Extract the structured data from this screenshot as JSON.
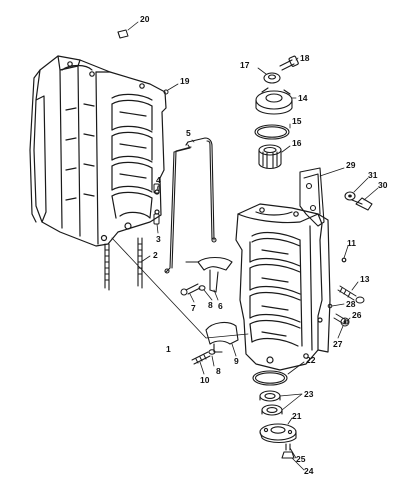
{
  "callouts": [
    {
      "label": "1"
    },
    {
      "label": "2"
    },
    {
      "label": "3"
    },
    {
      "label": "4"
    },
    {
      "label": "5"
    },
    {
      "label": "6"
    },
    {
      "label": "7"
    },
    {
      "label": "8"
    },
    {
      "label": "8"
    },
    {
      "label": "9"
    },
    {
      "label": "10"
    },
    {
      "label": "11"
    },
    {
      "label": "13"
    },
    {
      "label": "14"
    },
    {
      "label": "15"
    },
    {
      "label": "16"
    },
    {
      "label": "17"
    },
    {
      "label": "18"
    },
    {
      "label": "19"
    },
    {
      "label": "20"
    },
    {
      "label": "21"
    },
    {
      "label": "22"
    },
    {
      "label": "23"
    },
    {
      "label": "24"
    },
    {
      "label": "25"
    },
    {
      "label": "26"
    },
    {
      "label": "27"
    },
    {
      "label": "28"
    },
    {
      "label": "29"
    },
    {
      "label": "30"
    },
    {
      "label": "31"
    }
  ]
}
